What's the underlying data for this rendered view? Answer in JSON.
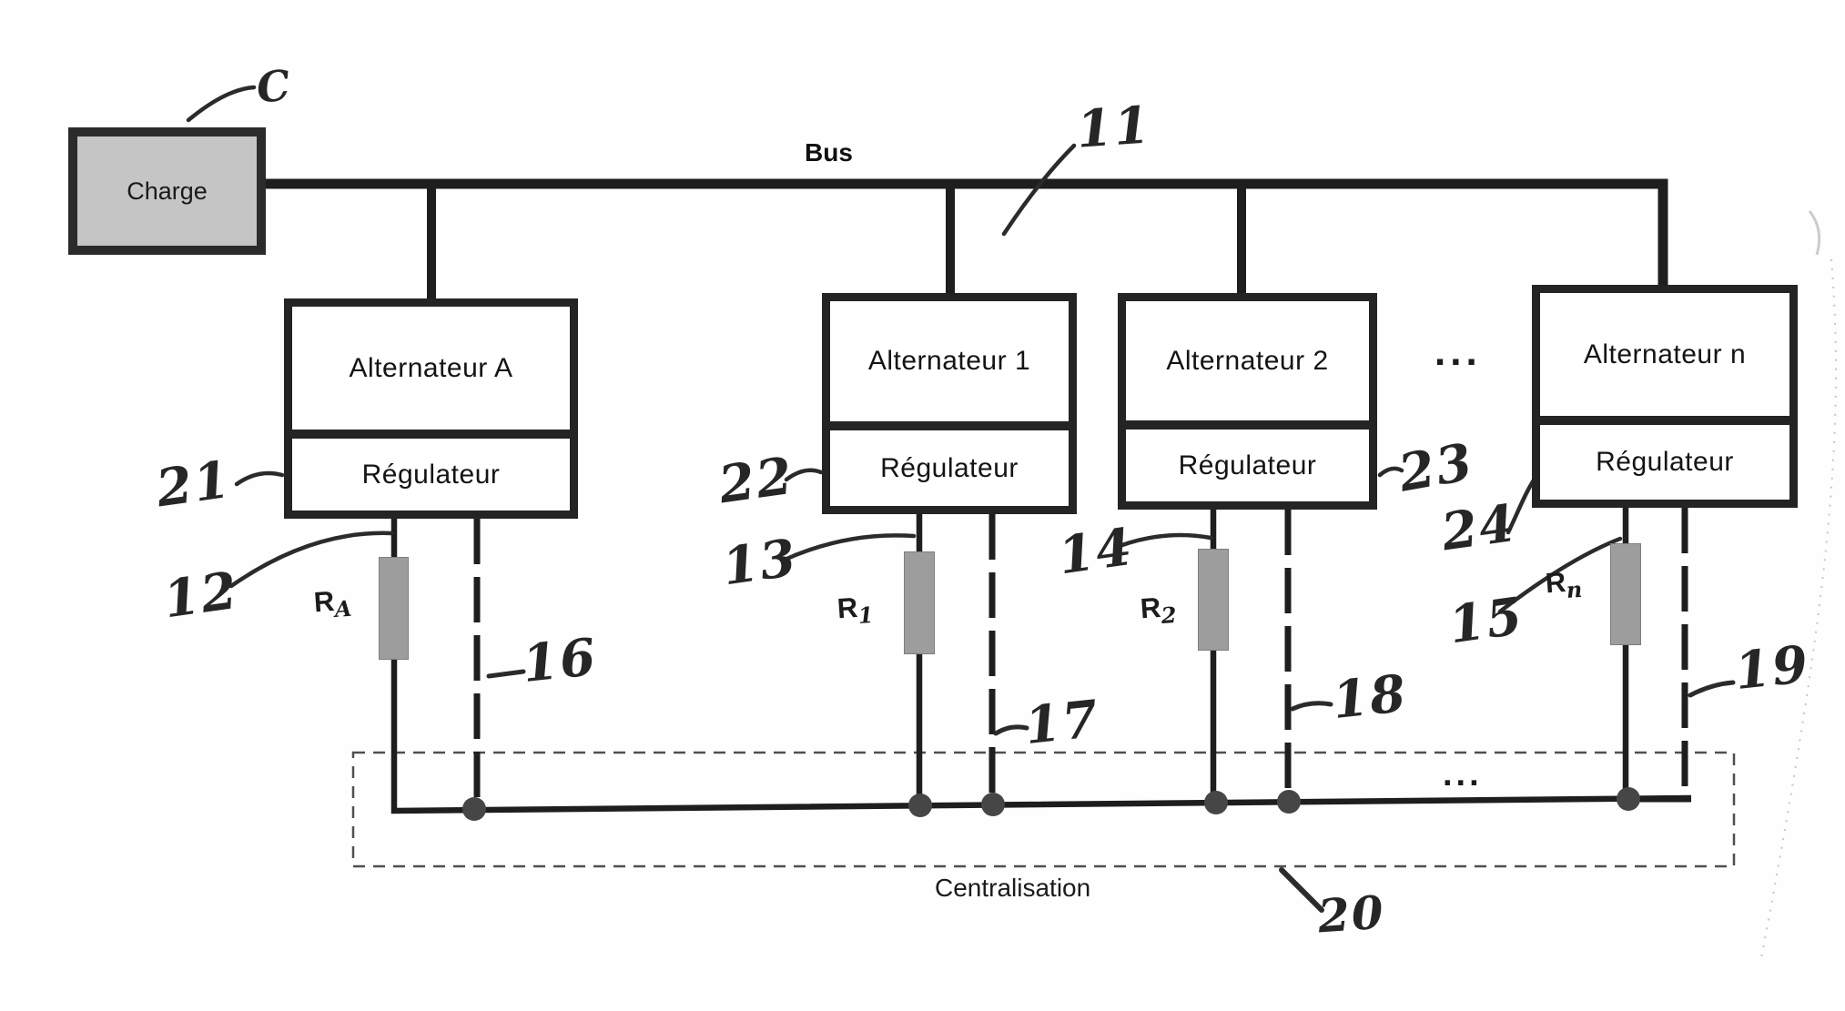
{
  "charge": {
    "label": "Charge",
    "ref": "C"
  },
  "bus": {
    "label": "Bus",
    "ref": "11"
  },
  "alternators": [
    {
      "title": "Alternateur A",
      "regulator": "Régulateur",
      "reg_ref": "21",
      "res_ref": "12",
      "dash_ref": "16",
      "r_base": "R",
      "r_sub": "A"
    },
    {
      "title": "Alternateur 1",
      "regulator": "Régulateur",
      "reg_ref": "22",
      "res_ref": "13",
      "dash_ref": "17",
      "r_base": "R",
      "r_sub": "1"
    },
    {
      "title": "Alternateur 2",
      "regulator": "Régulateur",
      "reg_ref": "23",
      "res_ref": "14",
      "dash_ref": "18",
      "r_base": "R",
      "r_sub": "2"
    },
    {
      "title": "Alternateur n",
      "regulator": "Régulateur",
      "reg_ref": "24",
      "res_ref": "15",
      "dash_ref": "19",
      "r_base": "R",
      "r_sub": "n"
    }
  ],
  "centralisation": {
    "label": "Centralisation",
    "ref": "20"
  },
  "ellipsis_boxes": "...",
  "ellipsis_bus": "...",
  "colors": {
    "line": "#1e1e1e",
    "box_border": "#242424",
    "charge_fill": "#c5c5c5",
    "resistor_fill": "#9d9d9d",
    "junction_dot": "#464646",
    "handwriting": "#262626",
    "centralisation_dash": "#4f4f4f"
  }
}
